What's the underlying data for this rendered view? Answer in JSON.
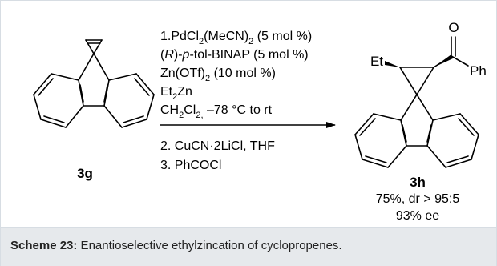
{
  "reagents": {
    "line1": {
      "a": "1.PdCl",
      "b": "2",
      "c": "(MeCN)",
      "d": "2",
      "e": " (5 mol %)"
    },
    "line2": {
      "a": "(",
      "b": "R",
      "c": ")-",
      "d": "p",
      "e": "-tol-BINAP (5 mol %)"
    },
    "line3": {
      "a": "Zn(OTf)",
      "b": "2",
      "c": " (10 mol %)"
    },
    "line4": {
      "a": "Et",
      "b": "2",
      "c": "Zn"
    },
    "line5": {
      "a": "CH",
      "b": "2",
      "c": "Cl",
      "d": "2,",
      "e": " –78 °C to rt"
    },
    "line6": "2. CuCN·2LiCl, THF",
    "line7": "3. PhCOCl"
  },
  "reactant": {
    "label": "3g"
  },
  "product": {
    "label": "3h",
    "yield_dr": "75%, dr > 95:5",
    "ee": "93% ee",
    "atom_o": "O",
    "atom_et": "Et",
    "atom_ph": "Ph"
  },
  "caption": {
    "label": "Scheme 23:",
    "text": " Enantioselective ethylzincation of cyclopropenes."
  },
  "colors": {
    "caption_bg": "#e6e9ec",
    "border": "#d7dde3",
    "ink": "#000000"
  }
}
